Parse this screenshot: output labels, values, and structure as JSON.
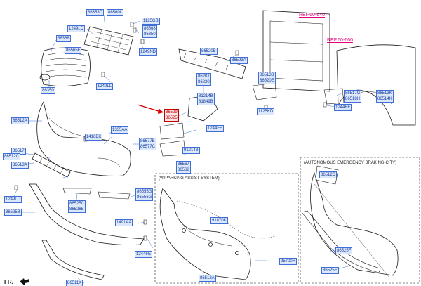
{
  "labels": {
    "l1": "86353C",
    "l2": "86560L",
    "l3": "1125GB",
    "l4": "1249LD",
    "l5a": "86568",
    "l5b": "86350",
    "l6": "86368",
    "l7": "86565F",
    "l8": "1249ND",
    "l9": "86350",
    "l10": "1249LL",
    "l11": "86520B",
    "l12": "86593A",
    "l13a": "86201",
    "l13b": "86220",
    "l14a": "81214B",
    "l14b": "81849B",
    "l15a": "86529",
    "l15b": "86525",
    "l16": "1335AA",
    "l17": "1244FE",
    "l18": "1416EK",
    "l19a": "86577B",
    "l19b": "86577C",
    "l20": "91214B",
    "l21a": "86567",
    "l21b": "86568",
    "l22": "86512A",
    "l23": "86517",
    "l24": "86512C",
    "l25": "86513A",
    "l26": "1249LU",
    "l27": "86525B",
    "l28a": "86525C",
    "l28b": "86528B",
    "l29a": "86555G",
    "l29b": "86556G",
    "l30": "1491AA",
    "l31": "1244FE",
    "l32": "86511K",
    "l33a": "86513B",
    "l33b": "86520E",
    "l34": "1125KD",
    "l35a": "86517G",
    "l35b": "86518H",
    "l36a": "86513K",
    "l36b": "86514K",
    "l37": "1244BE",
    "l38": "91870K",
    "l39": "95700R",
    "l40": "86512A",
    "l41": "86512C",
    "l42": "86525F",
    "l43": "86525E"
  },
  "refs": {
    "r1": "REF.60-640",
    "r2": "REF.60-660"
  },
  "captions": {
    "parking": "(W/PARKING ASSIST SYSTEM)",
    "aeb": "(AUTONOMOUS EMERGENCY BRAKING-CITY)"
  },
  "orientation": "FR."
}
